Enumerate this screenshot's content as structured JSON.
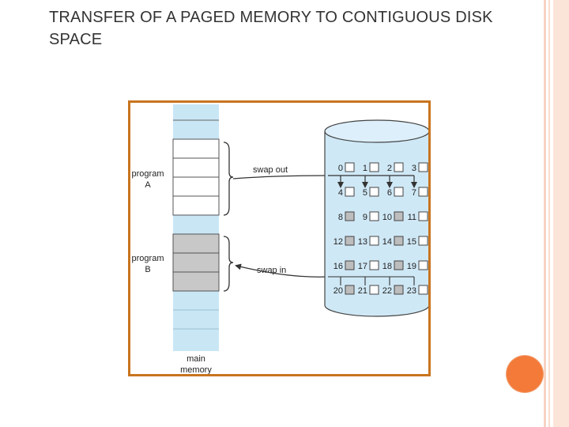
{
  "title": "TRANSFER OF A PAGED MEMORY TO CONTIGUOUS DISK SPACE",
  "diagram": {
    "program_a": {
      "line1": "program",
      "line2": "A"
    },
    "program_b": {
      "line1": "program",
      "line2": "B"
    },
    "swap_out": "swap out",
    "swap_in": "swap in",
    "main_memory": {
      "line1": "main",
      "line2": "memory"
    },
    "disk_blocks": [
      "0",
      "1",
      "2",
      "3",
      "4",
      "5",
      "6",
      "7",
      "8",
      "9",
      "10",
      "11",
      "12",
      "13",
      "14",
      "15",
      "16",
      "17",
      "18",
      "19",
      "20",
      "21",
      "22",
      "23"
    ]
  },
  "colors": {
    "accent_orange": "#f47a3a",
    "frame": "#c8751f",
    "memory_blue": "#c9e6f5",
    "program_b_gray": "#c8c8c8",
    "disk_blue": "#cfe8f6"
  }
}
